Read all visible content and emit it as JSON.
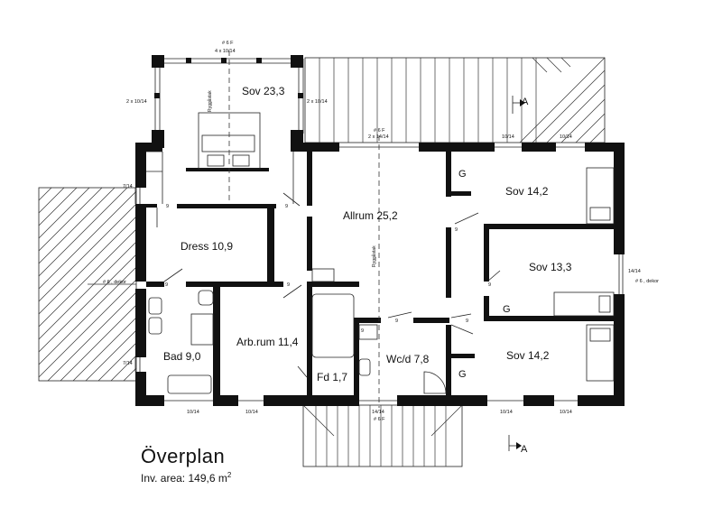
{
  "title": "Överplan",
  "area_label": "Inv. area: 149,6 m",
  "area_superscript": "2",
  "rooms": {
    "sov_north": "Sov 23,3",
    "allrum": "Allrum 25,2",
    "sov_ne": "Sov 14,2",
    "sov_e": "Sov 13,3",
    "sov_se": "Sov 14,2",
    "dress": "Dress 10,9",
    "bad": "Bad 9,0",
    "arbrum": "Arb.rum 11,4",
    "fd": "Fd 1,7",
    "wcd": "Wc/d 7,8"
  },
  "storage": {
    "g1": "G",
    "g2": "G",
    "g3": "G"
  },
  "window_labels": {
    "top_a": "# 6 F",
    "top_b": "4 x 10/14",
    "left_sov": "2 x 10/14",
    "right_sov": "2 x 10/14",
    "allrum_a": "# 6 F",
    "allrum_b": "2 x 14/14",
    "ne1": "10/14",
    "ne2": "10/14",
    "left_upper": "7/14",
    "left_decor": "# 6 , dekor",
    "left_lower": "7/14",
    "right_a": "14/14",
    "right_decor": "# 6 , dekor",
    "bot1": "10/14",
    "bot2": "10/14",
    "bot_mid_a": "14/14",
    "bot_mid_b": "# 6 F",
    "bot3": "10/14",
    "bot4": "10/14"
  },
  "door_labels": {
    "d1": "9",
    "d2": "9",
    "d3": "9",
    "d4": "9",
    "d5": "9",
    "d6": "9",
    "d7": "9",
    "d8": "9",
    "d9": "9"
  },
  "ridge_label": "Ryggåstak",
  "section_marks": {
    "top": "A",
    "bottom": "A"
  }
}
